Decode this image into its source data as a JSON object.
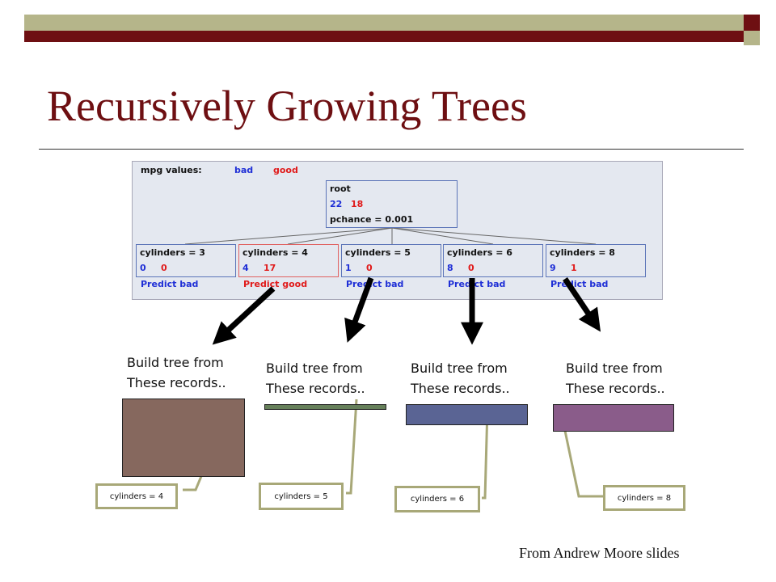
{
  "slide": {
    "title": "Recursively Growing Trees",
    "credit": "From Andrew Moore slides"
  },
  "figure": {
    "legend": {
      "label": "mpg values:",
      "bad": "bad",
      "good": "good"
    },
    "root": {
      "name": "root",
      "bad_count": "22",
      "good_count": "18",
      "pchance": "pchance = 0.001"
    },
    "children": [
      {
        "label": "cylinders = 3",
        "bad_count": "0",
        "good_count": "0",
        "prediction": "Predict bad",
        "predicts_good": false
      },
      {
        "label": "cylinders = 4",
        "bad_count": "4",
        "good_count": "17",
        "prediction": "Predict good",
        "predicts_good": true
      },
      {
        "label": "cylinders = 5",
        "bad_count": "1",
        "good_count": "0",
        "prediction": "Predict bad",
        "predicts_good": false
      },
      {
        "label": "cylinders = 6",
        "bad_count": "8",
        "good_count": "0",
        "prediction": "Predict bad",
        "predicts_good": false
      },
      {
        "label": "cylinders = 8",
        "bad_count": "9",
        "good_count": "1",
        "prediction": "Predict bad",
        "predicts_good": false
      }
    ]
  },
  "build_labels": [
    {
      "line1": "Build tree from",
      "line2": "These records.."
    },
    {
      "line1": "Build tree from",
      "line2": "These records.."
    },
    {
      "line1": "Build tree from",
      "line2": "These records.."
    },
    {
      "line1": "Build tree from",
      "line2": "These records.."
    }
  ],
  "records": [
    {
      "color": "#86685e"
    },
    {
      "color": "#66805a"
    },
    {
      "color": "#5a6494"
    },
    {
      "color": "#8a5c8a"
    }
  ],
  "callouts": [
    {
      "label": "cylinders = 4"
    },
    {
      "label": "cylinders = 5"
    },
    {
      "label": "cylinders = 6"
    },
    {
      "label": "cylinders = 8"
    }
  ],
  "colors": {
    "title": "#6e0f12",
    "bar_light": "#b5b58a",
    "bar_dark": "#6e0f12",
    "bad": "#1f2fd6",
    "good": "#e01a1a",
    "callout_border": "#a8a878"
  }
}
